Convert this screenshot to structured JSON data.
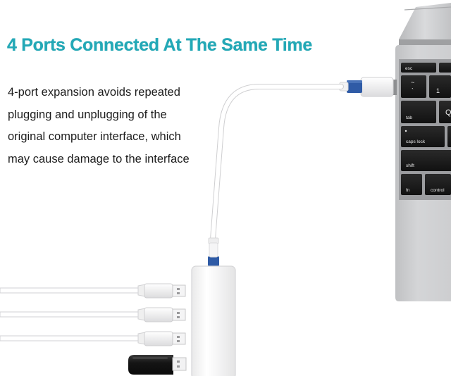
{
  "headline": "4 Ports Connected At The Same Time",
  "body_lines": [
    "4-port expansion avoids repeated",
    "plugging and unplugging of the",
    "original computer interface, which",
    "may cause damage to the interface"
  ],
  "keyboard": {
    "esc": "esc",
    "tilde": "~",
    "backtick": "`",
    "one": "1",
    "tab": "tab",
    "caps_lock": "caps lock",
    "shift": "shift",
    "fn": "fn",
    "control": "control",
    "q_partial": "Q"
  },
  "colors": {
    "headline": "#23a9b7",
    "cable": "#ffffff",
    "connector_ring": "#2f5ba6",
    "laptop_body": "#c9cacc",
    "key": "#1b1b1b",
    "flash_drive": "#161616"
  }
}
